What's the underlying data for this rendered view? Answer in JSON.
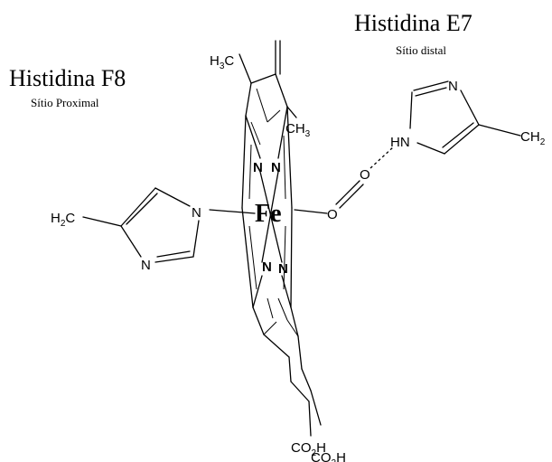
{
  "labels": {
    "his_f8_title": "Histidina F8",
    "his_f8_subtitle": "Sítio Proximal",
    "his_e7_title": "Histidina E7",
    "his_e7_subtitle": "Sítio distal"
  },
  "atoms": {
    "iron": "Fe",
    "n_porphyrin": "N",
    "n_ring": "N",
    "nh": "HN",
    "o": "O",
    "h": "H",
    "c": "C",
    "ch": "CH",
    "sub2": "2",
    "sub3": "3",
    "co": "CO"
  }
}
